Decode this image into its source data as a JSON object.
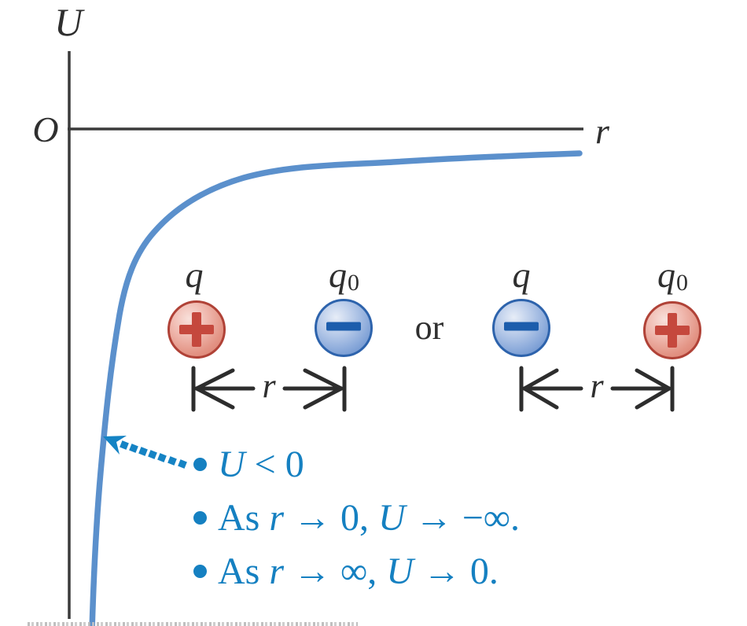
{
  "figure": {
    "colors": {
      "axis": "#3a3a3a",
      "curve_blue": "#5b90cc",
      "annotation_blue": "#1580c1",
      "red_charge_border": "#b04237",
      "red_sign": "#c5483d",
      "blue_charge_border": "#2d63ac",
      "blue_sign": "#1c5dac"
    },
    "graph": {
      "y_axis_label": "U",
      "origin_label": "O",
      "x_axis_label": "r",
      "curve": {
        "type": "line",
        "sign": "U < 0 everywhere",
        "as_r_to_0": "U → −∞",
        "as_r_to_infinity": "U → 0"
      }
    },
    "charge_row": {
      "connector": "or",
      "pairs": [
        {
          "left": {
            "label": "q",
            "sub": "",
            "sign": "plus",
            "polarity": "positive"
          },
          "right": {
            "label": "q",
            "sub": "0",
            "sign": "minus",
            "polarity": "negative"
          },
          "separation_label": "r"
        },
        {
          "left": {
            "label": "q",
            "sub": "",
            "sign": "minus",
            "polarity": "negative"
          },
          "right": {
            "label": "q",
            "sub": "0",
            "sign": "plus",
            "polarity": "positive"
          },
          "separation_label": "r"
        }
      ]
    },
    "annotations": {
      "bullets": [
        {
          "parts": [
            {
              "t": "U"
            },
            {
              "t": " < 0"
            }
          ]
        },
        {
          "parts": [
            {
              "t": "As "
            },
            {
              "t": "r"
            },
            {
              "t": " → 0, "
            },
            {
              "t": "U"
            },
            {
              "t": " → −∞."
            }
          ]
        },
        {
          "parts": [
            {
              "t": "As "
            },
            {
              "t": "r"
            },
            {
              "t": " → ∞, "
            },
            {
              "t": "U"
            },
            {
              "t": " → 0."
            }
          ]
        }
      ]
    }
  }
}
